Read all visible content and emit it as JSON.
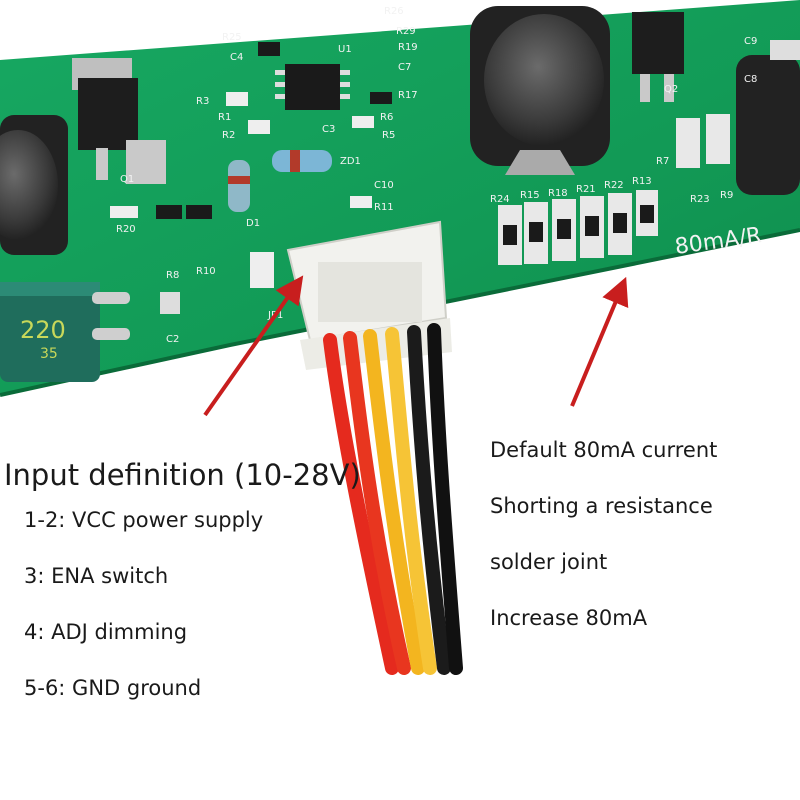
{
  "image": {
    "board": {
      "rating_text": "80mA/R",
      "cap_text": "220",
      "cap_text_2": "35",
      "labels": {
        "r25": "R25",
        "c4": "C4",
        "u1": "U1",
        "r26": "R26",
        "r29": "R29",
        "r19": "R19",
        "c7": "C7",
        "r17": "R17",
        "r6": "R6",
        "r5": "R5",
        "r3": "R3",
        "r1": "R1",
        "r2": "R2",
        "c3": "C3",
        "zd1": "ZD1",
        "q1": "Q1",
        "r20": "R20",
        "d1": "D1",
        "c10": "C10",
        "r11": "R11",
        "r8": "R8",
        "r10": "R10",
        "c2": "C2",
        "jp1": "JP1",
        "q2": "Q2",
        "c9": "C9",
        "c8": "C8",
        "r7": "R7",
        "r23": "R23",
        "r9": "R9",
        "r24": "R24",
        "r15": "R15",
        "r18": "R18",
        "r21": "R21",
        "r22": "R22",
        "r13": "R13"
      }
    },
    "colors": {
      "pcb": "#14a05a",
      "pcb_dark": "#0c7a42",
      "wire_red": "#e52a1e",
      "wire_yellow": "#f3b51f",
      "wire_black": "#1b1b1b",
      "arrow": "#c81e1e"
    }
  },
  "annotations": {
    "title": "Input definition (10-28V)",
    "pins": [
      "1-2: VCC power supply",
      "3: ENA switch",
      "4: ADJ dimming",
      "5-6: GND ground"
    ],
    "notes": [
      "Default 80mA current",
      "Shorting a resistance",
      "solder joint",
      "Increase 80mA"
    ]
  }
}
